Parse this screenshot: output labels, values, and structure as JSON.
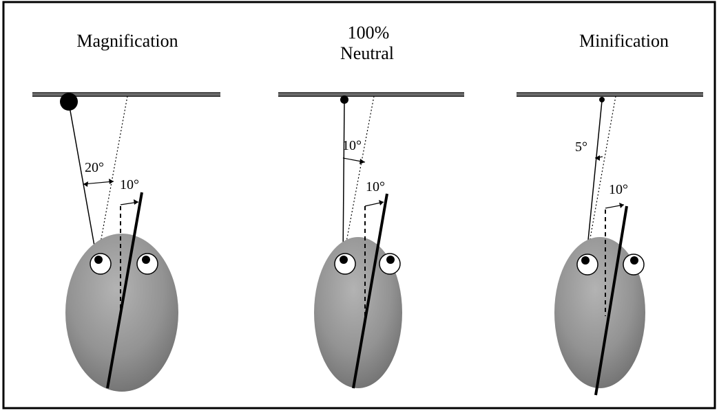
{
  "panels": [
    {
      "title": "Magnification",
      "subtitle": "",
      "target_angle": "20°",
      "head_tilt": "10°"
    },
    {
      "title": "100%",
      "subtitle": "Neutral",
      "target_angle": "10°",
      "head_tilt": "10°"
    },
    {
      "title": "Minification",
      "subtitle": "",
      "target_angle": "5°",
      "head_tilt": "10°"
    }
  ],
  "colors": {
    "border": "#000000",
    "head": "#8c8c8c",
    "line": "#000000",
    "background": "#ffffff"
  }
}
